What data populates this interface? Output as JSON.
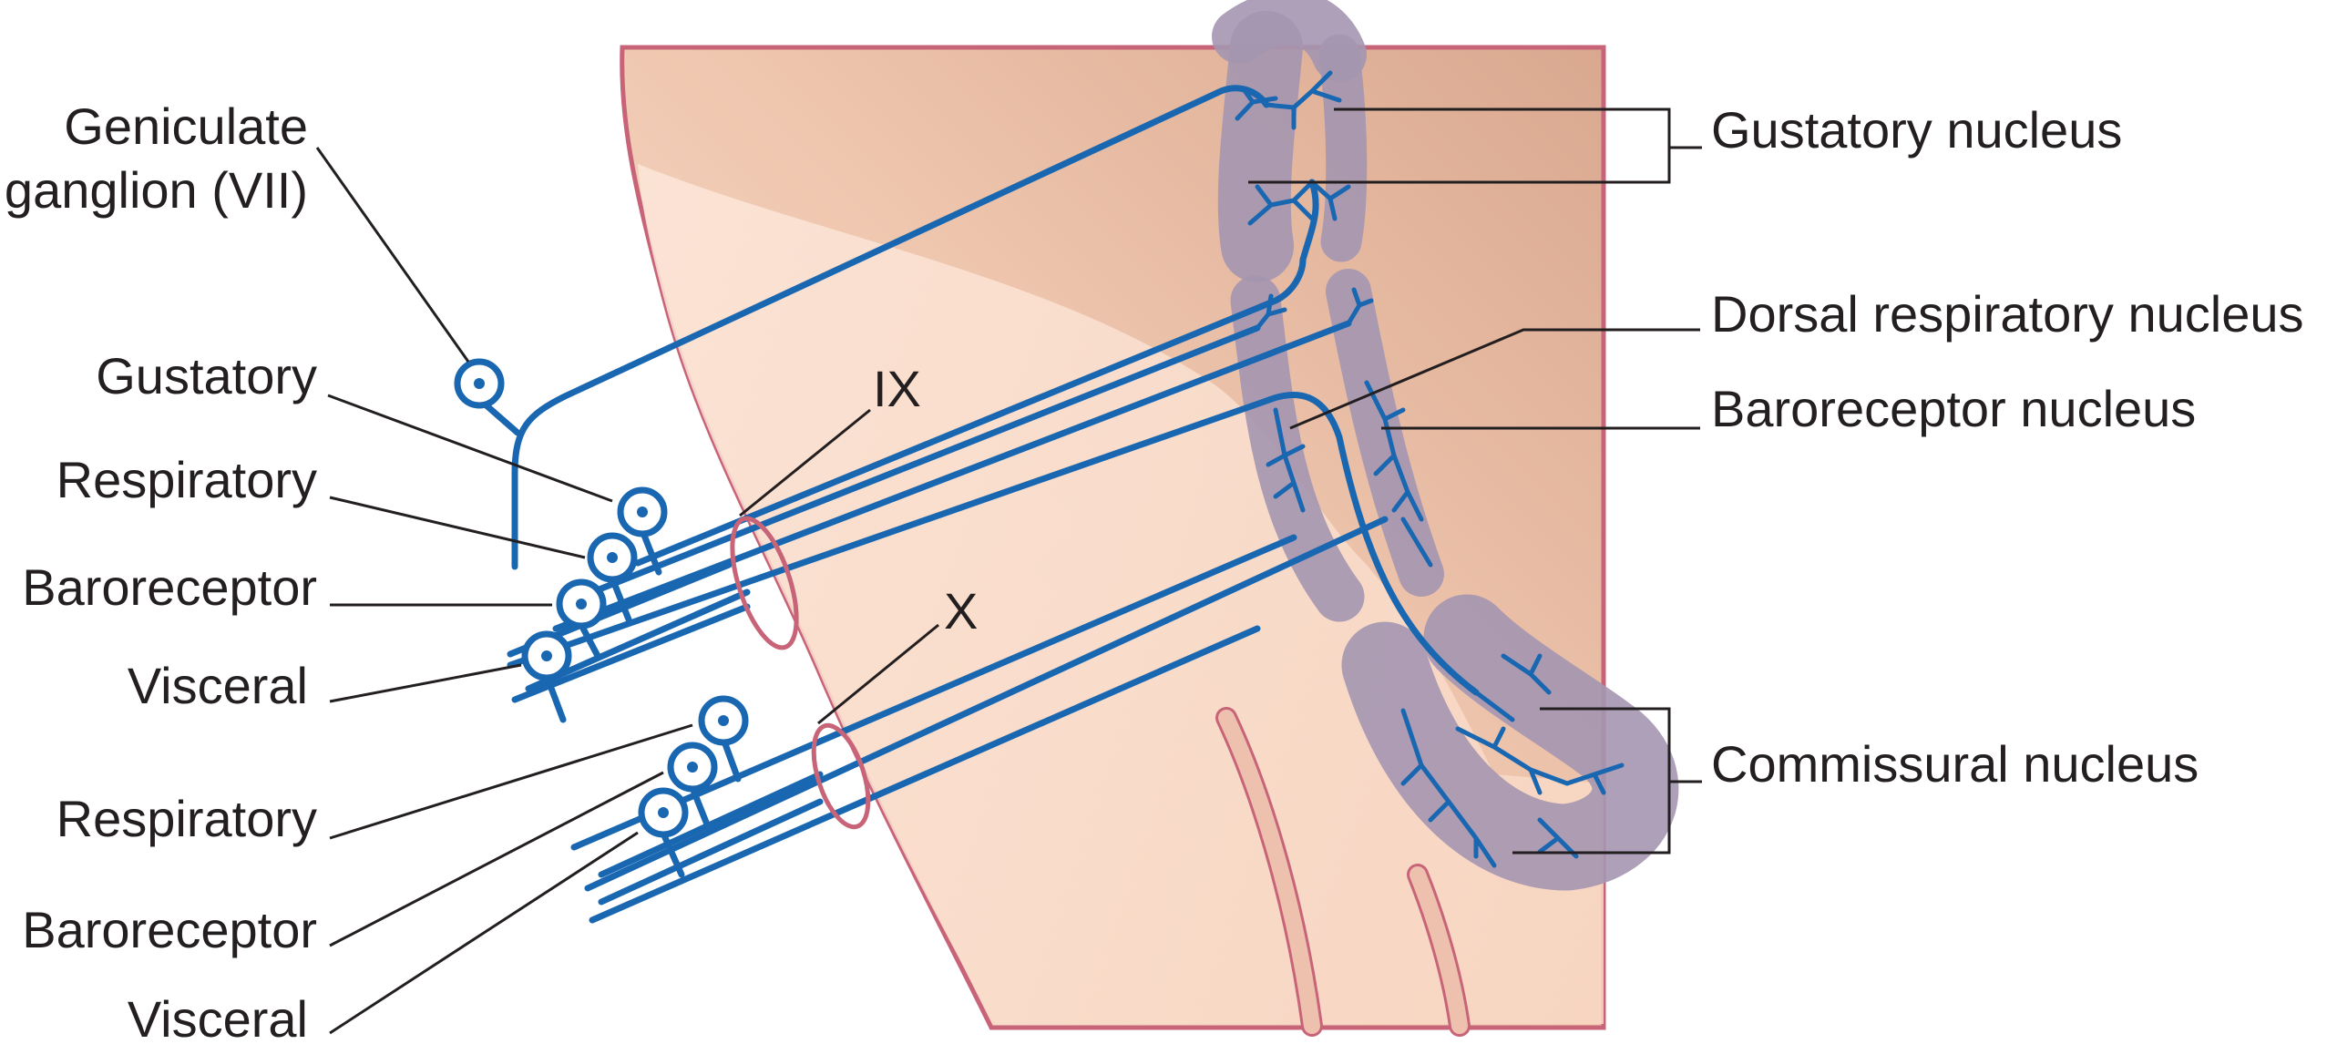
{
  "labels": {
    "geniculate": [
      "Geniculate",
      "ganglion (VII)"
    ],
    "gustatory": "Gustatory",
    "respiratory_ix": "Respiratory",
    "baroreceptor_ix": "Baroreceptor",
    "visceral_ix": "Visceral",
    "respiratory_x": "Respiratory",
    "baroreceptor_x": "Baroreceptor",
    "visceral_x": "Visceral",
    "nerve_ix": "IX",
    "nerve_x": "X",
    "gustatory_nucleus": "Gustatory nucleus",
    "dorsal_respiratory_nucleus": "Dorsal respiratory nucleus",
    "baroreceptor_nucleus": "Baroreceptor nucleus",
    "commissural_nucleus": "Commissural nucleus"
  },
  "colors": {
    "nerve": "#1a67b1",
    "nucleus": "#a496b0",
    "tissue_light": "#f9dccb",
    "tissue_dark": "#ddb198",
    "outline": "#c86478",
    "text": "#231f20"
  }
}
